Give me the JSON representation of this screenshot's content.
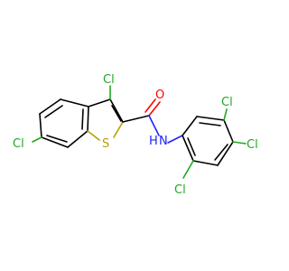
{
  "molecule": {
    "atoms": {
      "cl3": {
        "symbol": "Cl",
        "color": "#1fa81f"
      },
      "cl6": {
        "symbol": "Cl",
        "color": "#1fa81f"
      },
      "s": {
        "symbol": "S",
        "color": "#b8a000"
      },
      "o": {
        "symbol": "O",
        "color": "#ff0000"
      },
      "nh": {
        "symbol": "N",
        "color": "#2020ff"
      },
      "h": {
        "symbol": "H",
        "color": "#2020ff"
      },
      "cl_a": {
        "symbol": "Cl",
        "color": "#1fa81f"
      },
      "cl_b": {
        "symbol": "Cl",
        "color": "#1fa81f"
      },
      "cl_c": {
        "symbol": "Cl",
        "color": "#1fa81f"
      }
    }
  }
}
